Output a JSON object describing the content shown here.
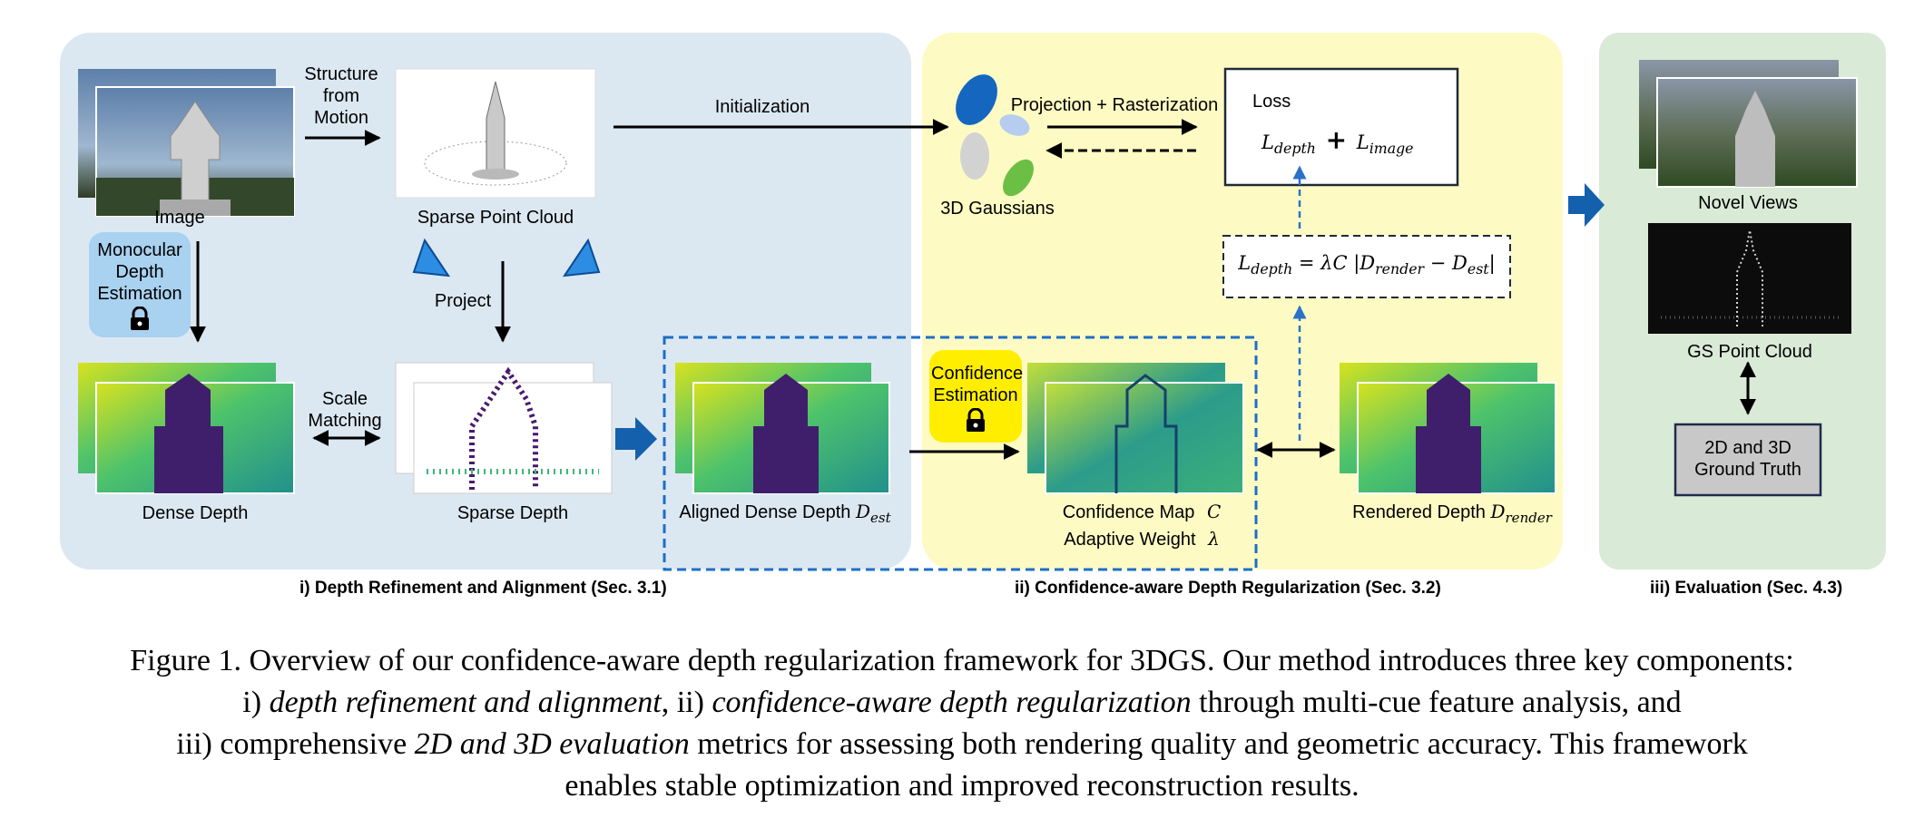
{
  "panels": {
    "refinement_title": "i) Depth Refinement and Alignment (Sec. 3.1)",
    "regularization_title": "ii) Confidence-aware Depth Regularization (Sec. 3.2)",
    "evaluation_title": "iii) Evaluation (Sec. 4.3)"
  },
  "labels": {
    "image": "Image",
    "sfm": "Structure from Motion",
    "sparse_point_cloud": "Sparse Point Cloud",
    "initialization": "Initialization",
    "monocular": "Monocular Depth Estimation",
    "project": "Project",
    "scale_matching": "Scale Matching",
    "dense_depth": "Dense Depth",
    "sparse_depth": "Sparse Depth",
    "aligned_dense_depth": "Aligned Dense Depth",
    "d_est": "D",
    "d_est_sub": "est",
    "gaussians": "3D Gaussians",
    "projection_rasterization": "Projection + Rasterization",
    "loss": "Loss",
    "loss_depth": "L",
    "loss_depth_sub": "depth",
    "loss_plus": "+",
    "loss_image": "L",
    "loss_image_sub": "image",
    "depth_formula_prefix": "L",
    "depth_formula_sub": "depth",
    "depth_formula_mid": " = λC |D",
    "depth_formula_render_sub": "render",
    "depth_formula_minus": " − D",
    "depth_formula_est_sub": "est",
    "depth_formula_end": "|",
    "confidence_estimation": "Confidence Estimation",
    "confidence_map": "Confidence Map",
    "confidence_symbol": "C",
    "adaptive_weight": "Adaptive Weight",
    "adaptive_symbol": "λ",
    "rendered_depth": "Rendered Depth",
    "d_render": "D",
    "d_render_sub": "render",
    "novel_views": "Novel Views",
    "gs_point_cloud": "GS Point Cloud",
    "ground_truth": "2D and 3D Ground Truth"
  },
  "caption": {
    "line1": "Figure 1. Overview of our confidence-aware depth regularization framework for 3DGS. Our method introduces three key components:",
    "line2_a": "i) ",
    "line2_b": "depth refinement and alignment",
    "line2_c": ", ii) ",
    "line2_d": "confidence-aware depth regularization",
    "line2_e": " through multi-cue feature analysis, and",
    "line3_a": "iii) comprehensive ",
    "line3_b": "2D and 3D evaluation",
    "line3_c": " metrics for assessing both rendering quality and geometric accuracy. This framework",
    "line4": "enables stable optimization and improved reconstruction results."
  },
  "colors": {
    "panel1": "#dce8f1",
    "panel2": "#fdfbc3",
    "panel3": "#d9ead6",
    "accent_blue": "#1467b5",
    "dashed_blue": "#2a72c9",
    "lock_badge_blue": "#a9d1f0",
    "lock_badge_yellow": "#ffee00"
  },
  "icons": [
    "camera-frustum-icon",
    "lock-icon",
    "arrow-right-icon"
  ]
}
